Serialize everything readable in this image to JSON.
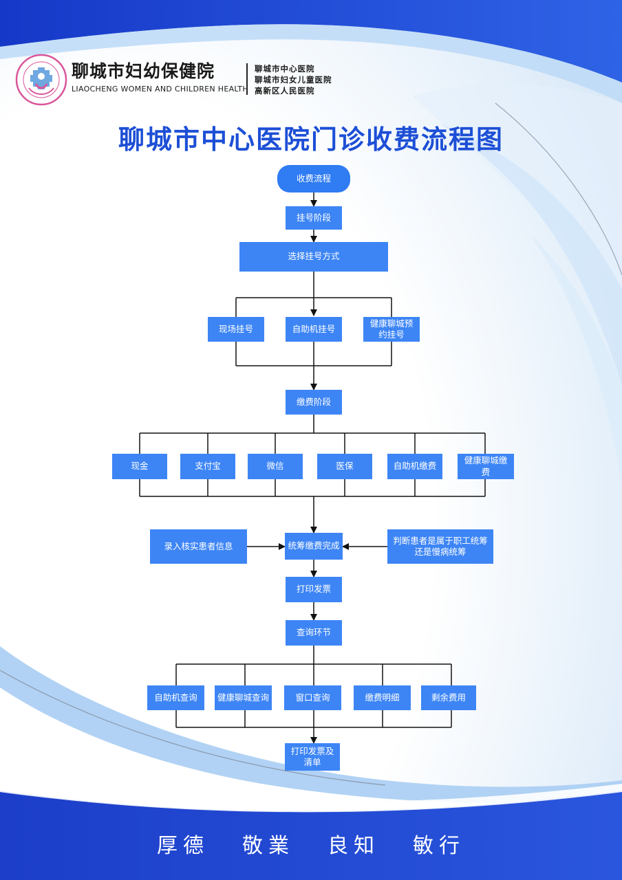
{
  "header": {
    "logo_name": "聊城市妇幼保健院",
    "logo_english": "LIAOCHENG WOMEN AND CHILDREN HEALTH",
    "affiliates": [
      "聊城市中心医院",
      "聊城市妇女儿童医院",
      "高新区人民医院"
    ]
  },
  "title": "聊城市中心医院门诊收费流程图",
  "flow": {
    "start": "收费流程",
    "registration_stage": "挂号阶段",
    "choose_method": "选择挂号方式",
    "methods": [
      "现场挂号",
      "自助机挂号",
      "健康聊城预约挂号"
    ],
    "payment_stage": "缴费阶段",
    "payment_options": [
      "现金",
      "支付宝",
      "微信",
      "医保",
      "自助机缴费",
      "健康聊城缴费"
    ],
    "left_input": "录入核实患者信息",
    "settlement_done": "统筹缴费完成",
    "right_input": "判断患者是属于职工统筹还是慢病统筹",
    "print_invoice": "打印发票",
    "query_stage": "查询环节",
    "query_options": [
      "自助机查询",
      "健康聊城查询",
      "窗口查询",
      "缴费明细",
      "剩余费用"
    ],
    "final": "打印发票及清单"
  },
  "motto": [
    "厚德",
    "敬業",
    "良知",
    "敏行"
  ],
  "colors": {
    "title_blue": "#1d4fd6",
    "node_blue": "#3d85f5",
    "frame_blue": "#1f47d8",
    "logo_pink": "#d9559a"
  }
}
